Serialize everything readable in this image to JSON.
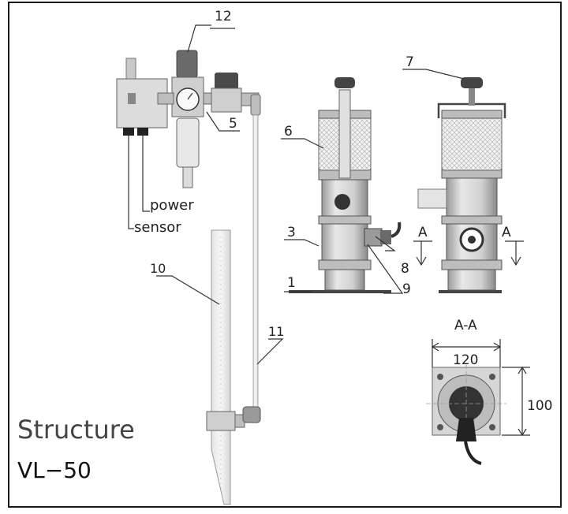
{
  "labels": {
    "n12": "12",
    "n5": "5",
    "n6": "6",
    "n7": "7",
    "n3": "3",
    "n1": "1",
    "n8": "8",
    "n9": "9",
    "n10": "10",
    "n11": "11",
    "power": "power",
    "sensor": "sensor",
    "section_a_left": "A",
    "section_a_right": "A",
    "section_title": "A-A",
    "dim_width": "120",
    "dim_height": "100"
  },
  "title": {
    "line1": "Structure",
    "line2": "VL−50"
  },
  "colors": {
    "metal_light": "#e6e6e6",
    "metal_mid": "#bdbdbd",
    "metal_dark": "#6a6a6a",
    "filter_mesh": "#efefef",
    "base_plate": "#d9d9d9"
  }
}
